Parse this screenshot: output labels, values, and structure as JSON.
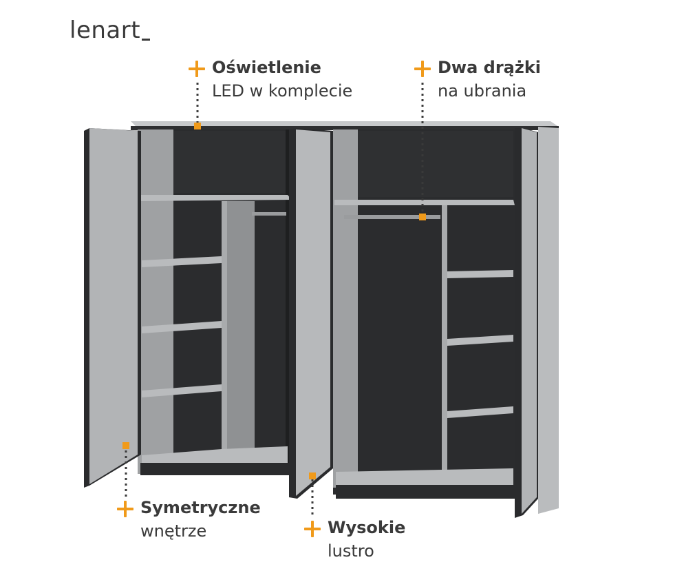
{
  "brand": {
    "logo_text": "lenart"
  },
  "colors": {
    "accent": "#f09a1a",
    "text": "#3a3a3a",
    "carcass": "#2e2f31",
    "panel": "#b9bbbd"
  },
  "features": [
    {
      "title": "Oświetlenie",
      "subtitle": "LED w komplecie"
    },
    {
      "title": "Dwa drążki",
      "subtitle": "na ubrania"
    },
    {
      "title": "Symetryczne",
      "subtitle": "wnętrze"
    },
    {
      "title": "Wysokie",
      "subtitle": "lustro"
    }
  ],
  "icons": [
    "plus-icon",
    "marker-square-icon"
  ]
}
